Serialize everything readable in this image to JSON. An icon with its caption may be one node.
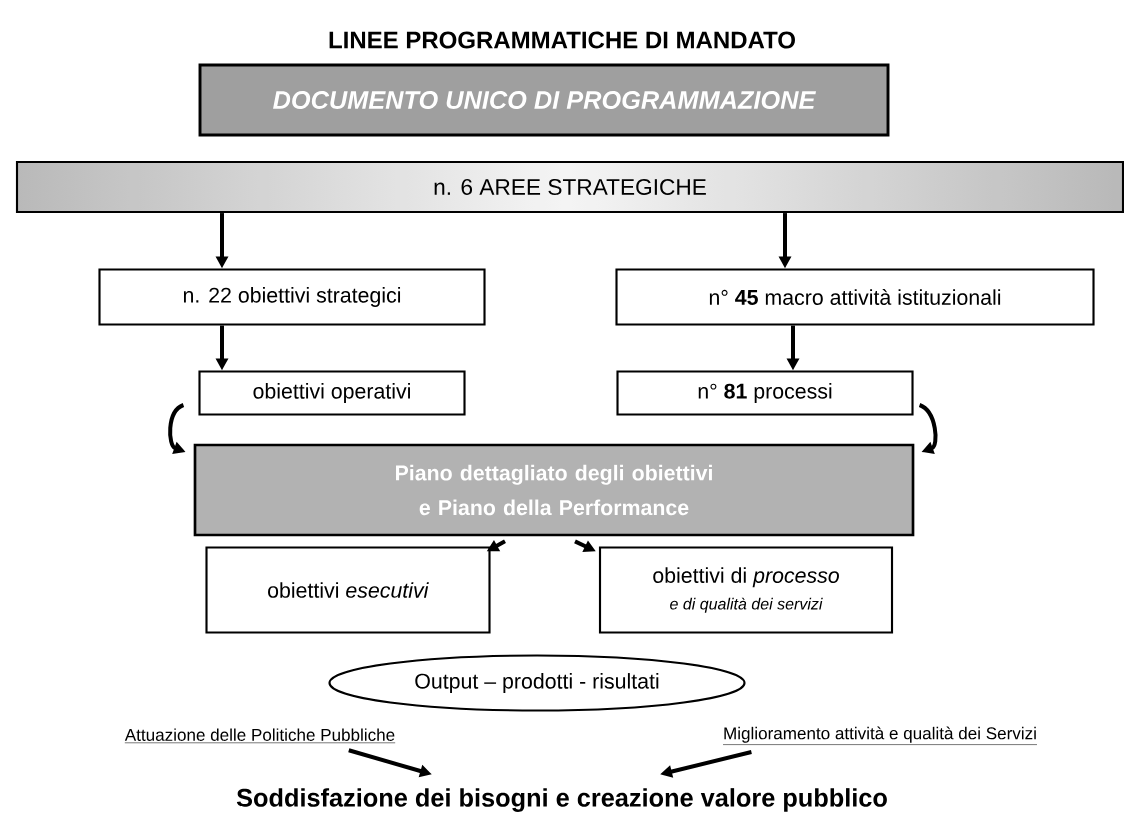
{
  "diagram": {
    "title": "LINEE PROGRAMMATICHE DI MANDATO",
    "nodes": [
      {
        "text": [
          "DOCUMENTO UNICO DI PROGRAMMAZIONE"
        ]
      },
      {
        "text": [
          "n. 6 AREE STRATEGICHE"
        ]
      },
      {
        "text": [
          "n. 22 obiettivi strategici"
        ]
      },
      {
        "text": [
          "n° **45** macro attività istituzionali"
        ]
      },
      {
        "text": [
          "obiettivi operativi"
        ]
      },
      {
        "text": [
          "n° **81** processi"
        ]
      },
      {
        "text": [
          "Piano dettagliato degli obiettivi e Piano della Performance"
        ]
      },
      {
        "text": [
          "obiettivi *esecutivi*"
        ]
      },
      {
        "text": [
          "obiettivi di *processo*",
          "e di qualità dei servizi"
        ]
      },
      {
        "text": [
          "Output – prodotti - risultati"
        ]
      },
      {
        "text": [
          "Attuazione delle Politiche Pubbliche"
        ]
      },
      {
        "text": [
          "Miglioramento attività e qualità  dei Servizi"
        ]
      },
      {
        "text": [
          "Soddisfazione dei bisogni e creazione valore pubblico"
        ]
      }
    ],
    "edges": [
      {
        "from": 1,
        "to": 2,
        "arrow": "to"
      },
      {
        "from": 1,
        "to": 3,
        "arrow": "to"
      },
      {
        "from": 2,
        "to": 4,
        "arrow": "to"
      },
      {
        "from": 3,
        "to": 5,
        "arrow": "to"
      },
      {
        "from": 4,
        "to": 6,
        "arrow": "to"
      },
      {
        "from": 5,
        "to": 6,
        "arrow": "to"
      },
      {
        "from": 6,
        "to": 7,
        "arrow": "to"
      },
      {
        "from": 6,
        "to": 8,
        "arrow": "to"
      },
      {
        "from": 10,
        "to": 12,
        "arrow": "to"
      },
      {
        "from": 11,
        "to": 12,
        "arrow": "to"
      }
    ]
  }
}
